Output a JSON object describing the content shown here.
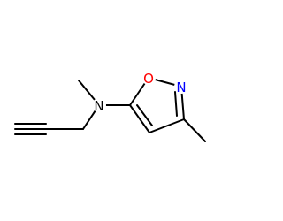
{
  "molecule": {
    "atoms": {
      "nitrogen_amine": {
        "symbol": "N",
        "color": "#000000"
      },
      "oxygen_ring": {
        "symbol": "O",
        "color": "#ff0000"
      },
      "nitrogen_ring": {
        "symbol": "N",
        "color": "#0000ff"
      }
    }
  }
}
